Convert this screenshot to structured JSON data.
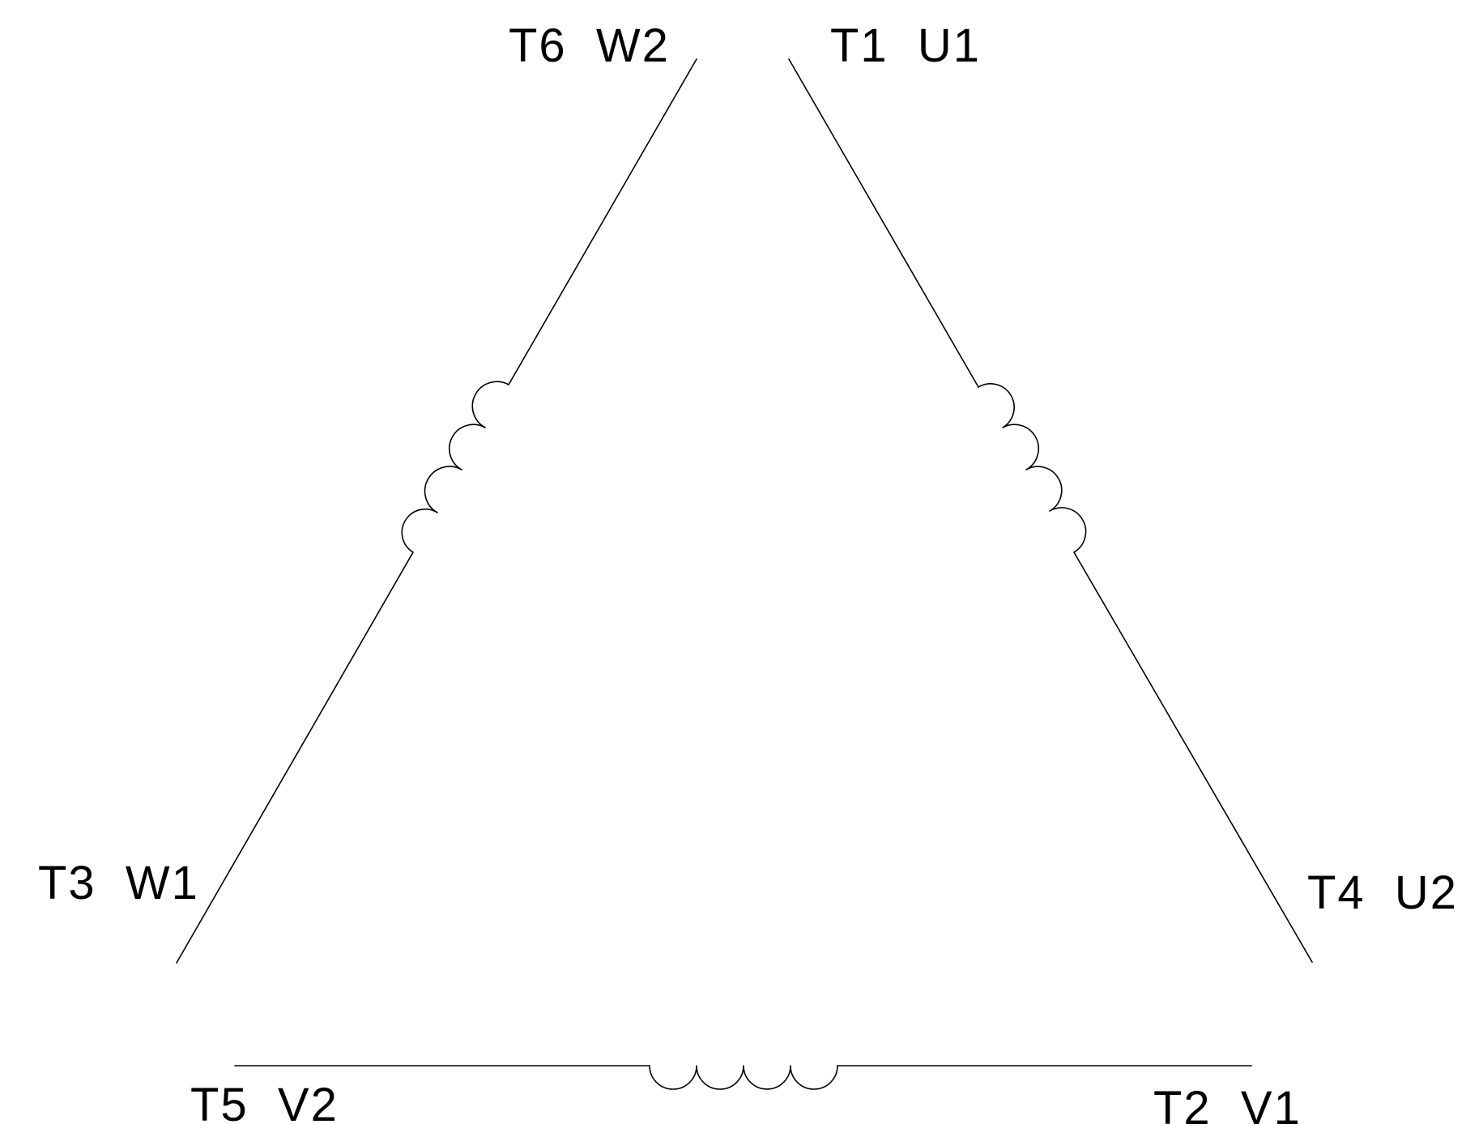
{
  "diagram": {
    "type": "delta-winding-connection",
    "stroke_color": "#000000",
    "background_color": "#ffffff",
    "terminals": {
      "t6_w2": "T6  W2",
      "t1_u1": "T1  U1",
      "t3_w1": "T3  W1",
      "t4_u2": "T4  U2",
      "t5_v2": "T5  V2",
      "t2_v1": "T2  V1"
    },
    "windings": {
      "left": {
        "from": "T6 W2",
        "to": "T3 W1",
        "turns": 4
      },
      "right": {
        "from": "T1 U1",
        "to": "T4 U2",
        "turns": 4
      },
      "bottom": {
        "from": "T5 V2",
        "to": "T2 V1",
        "turns": 4
      }
    }
  }
}
